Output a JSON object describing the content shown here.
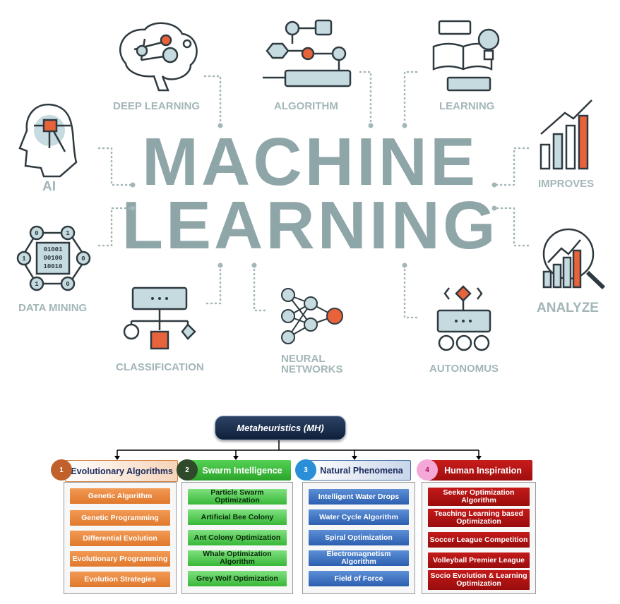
{
  "top": {
    "title_line1": "MACHINE",
    "title_line2": "LEARNING",
    "labels": {
      "deep_learning": "DEEP LEARNING",
      "algorithm": "ALGORITHM",
      "learning": "LEARNING",
      "ai": "AI",
      "improves": "IMPROVES",
      "data_mining": "DATA MINING",
      "analyze": "ANALYZE",
      "classification": "CLASSIFICATION",
      "neural_networks_1": "NEURAL",
      "neural_networks_2": "NETWORKS",
      "autonomus": "AUTONOMUS"
    },
    "binary_lines": [
      "01001",
      "00100",
      "10010"
    ],
    "binary_nodes": [
      "0",
      "1",
      "1",
      "0",
      "1",
      "0"
    ]
  },
  "metaheuristics": {
    "root": "Metaheuristics (MH)",
    "categories": [
      {
        "num": "1",
        "label": "Evolutionary Algorithms",
        "items": [
          "Genetic Algorithm",
          "Genetic Programming",
          "Differential Evolution",
          "Evolutionary Programming",
          "Evolution Strategies"
        ]
      },
      {
        "num": "2",
        "label": "Swarm Intelligence",
        "items": [
          "Particle Swarm Optimization",
          "Artificial Bee Colony",
          "Ant Colony Optimization",
          "Whale Optimization Algorithm",
          "Grey Wolf Optimization"
        ]
      },
      {
        "num": "3",
        "label": "Natural Phenomena",
        "items": [
          "Intelligent Water Drops",
          "Water Cycle Algorithm",
          "Spiral Optimization",
          "Electromagnetism Algorithm",
          "Field of Force"
        ]
      },
      {
        "num": "4",
        "label": "Human Inspiration",
        "items": [
          "Seeker Optimization Algorithm",
          "Teaching Learning based Optimization",
          "Soccer League Competition",
          "Volleyball Premier League",
          "Socio Evolution & Learning Optimization"
        ]
      }
    ]
  },
  "colors": {
    "title": "#8fa6a8",
    "icon_stroke": "#2f3a40",
    "icon_fill": "#c5dbe0",
    "accent": "#e8623a"
  }
}
